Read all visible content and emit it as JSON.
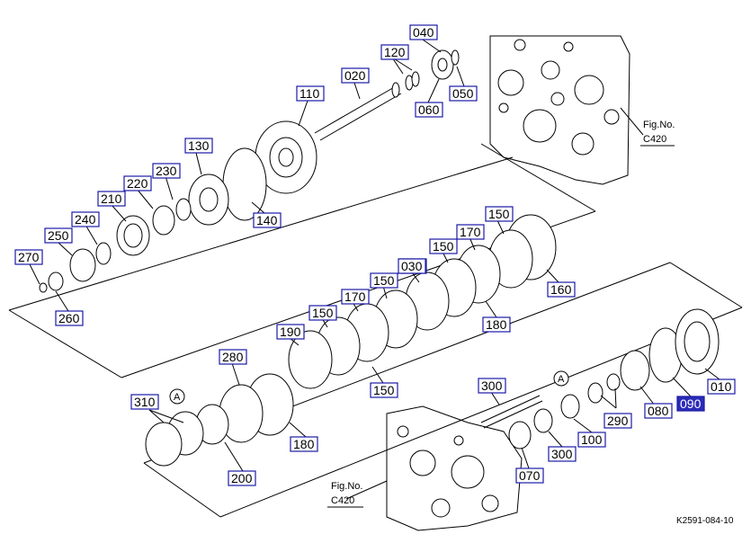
{
  "diagram": {
    "figure_refs": [
      {
        "line1": "Fig.No.",
        "line2": "C420"
      },
      {
        "line1": "Fig.No.",
        "line2": "C420"
      }
    ],
    "arrow_marker": "A",
    "drawing_code": "K2591-084-10",
    "callouts": [
      {
        "label": "040"
      },
      {
        "label": "120"
      },
      {
        "label": "050"
      },
      {
        "label": "060"
      },
      {
        "label": "020"
      },
      {
        "label": "110"
      },
      {
        "label": "130"
      },
      {
        "label": "230"
      },
      {
        "label": "220"
      },
      {
        "label": "210"
      },
      {
        "label": "140"
      },
      {
        "label": "240"
      },
      {
        "label": "250"
      },
      {
        "label": "270"
      },
      {
        "label": "260"
      },
      {
        "label": "150"
      },
      {
        "label": "170"
      },
      {
        "label": "150"
      },
      {
        "label": "160"
      },
      {
        "label": "160"
      },
      {
        "label": "150"
      },
      {
        "label": "180"
      },
      {
        "label": "170"
      },
      {
        "label": "150"
      },
      {
        "label": "190"
      },
      {
        "label": "150"
      },
      {
        "label": "280"
      },
      {
        "label": "180"
      },
      {
        "label": "310"
      },
      {
        "label": "200"
      },
      {
        "label": "300"
      },
      {
        "label": "010"
      },
      {
        "label": "290"
      },
      {
        "label": "100"
      },
      {
        "label": "080"
      },
      {
        "label": "090",
        "highlight": true
      },
      {
        "label": "300"
      },
      {
        "label": "070"
      },
      {
        "label": "030"
      }
    ]
  }
}
